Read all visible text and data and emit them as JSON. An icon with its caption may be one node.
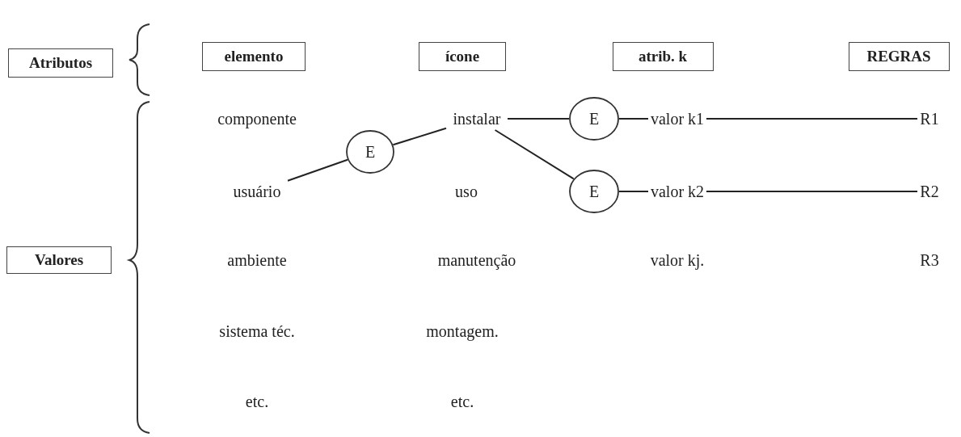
{
  "diagram": {
    "nodes": [
      {
        "text": [
          "Atributos"
        ]
      },
      {
        "text": [
          "elemento"
        ]
      },
      {
        "text": [
          "ícone"
        ]
      },
      {
        "text": [
          "atrib. k"
        ]
      },
      {
        "text": [
          "REGRAS"
        ]
      },
      {
        "text": [
          "instalar"
        ]
      },
      {
        "text": [
          "E"
        ]
      },
      {
        "text": [
          "valor k1"
        ]
      },
      {
        "text": [
          "R1"
        ]
      },
      {
        "text": [
          "E"
        ]
      },
      {
        "text": [
          "usuário"
        ]
      },
      {
        "text": [
          "E"
        ]
      },
      {
        "text": [
          "valor k2"
        ]
      },
      {
        "text": [
          "R2"
        ]
      },
      {
        "text": [
          "Valores"
        ]
      }
    ],
    "edges": [
      {
        "from": 10,
        "to": 9,
        "arrow": "none"
      },
      {
        "from": 9,
        "to": 5,
        "arrow": "none"
      },
      {
        "from": 5,
        "to": 6,
        "arrow": "none"
      },
      {
        "from": 5,
        "to": 11,
        "arrow": "none"
      },
      {
        "from": 6,
        "to": 7,
        "arrow": "none"
      },
      {
        "from": 11,
        "to": 12,
        "arrow": "none"
      },
      {
        "from": 7,
        "to": 8,
        "arrow": "none"
      },
      {
        "from": 12,
        "to": 13,
        "arrow": "none"
      }
    ],
    "labels": [
      "componente",
      "uso",
      "ambiente",
      "manutenção",
      "valor kj.",
      "R3",
      "sistema téc.",
      "montagem.",
      "etc.",
      "etc."
    ]
  }
}
